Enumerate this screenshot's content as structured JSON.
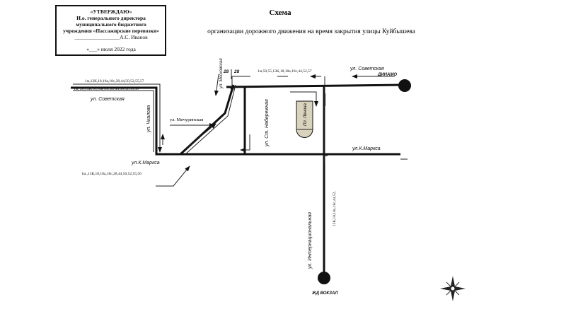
{
  "title": "Схема",
  "subtitle": "организации дорожного движения на время закрытия улицы Куйбышева",
  "approval": {
    "line1": "«УТВЕРЖДАЮ»",
    "line2": "И.о. генерального директора",
    "line3": "муниципального бюджетного",
    "line4": "учреждения «Пассажирские перевозки»",
    "line5": "_________________А.С. Иванов",
    "line6": "«___» июля 2022 года"
  },
  "streets": {
    "sovetskaya_left": "ул. Советская",
    "sovetskaya_right": "ул. Советская",
    "chkalova": "ул. Чкалова",
    "michurinskaya": "ул. Мичуринская",
    "moskovskaya": "ул. Московская",
    "k_marksa_left": "ул.К.Маркса",
    "k_marksa_right": "ул.К.Маркса",
    "naberezhnaya": "ул. Ст. Набережная",
    "internatsionalnaya": "ул. Интернациональная",
    "pl_lenina": "Пл. Ленина"
  },
  "points": {
    "dinamo": "ДИНАМО",
    "zhd_vokzal": "ЖД ВОКЗАЛ"
  },
  "routes": {
    "r1": "1м,13К,18,18а,18с,28,44,50,52,55,57",
    "r2": "1м, 28,13К,18,18а,18с,22,44,50,52,55,56",
    "r3": "1м,50,55,13К,18,18а,18с,44,52,57",
    "r4": "1м.,13К,18,18а,18с,28,44,50,52,55,56",
    "r5": "13К,18,18а,18с,44,52,",
    "r6": "28",
    "r7": "28"
  },
  "colors": {
    "square_fill": "#d9d2bc",
    "line": "#111111"
  }
}
